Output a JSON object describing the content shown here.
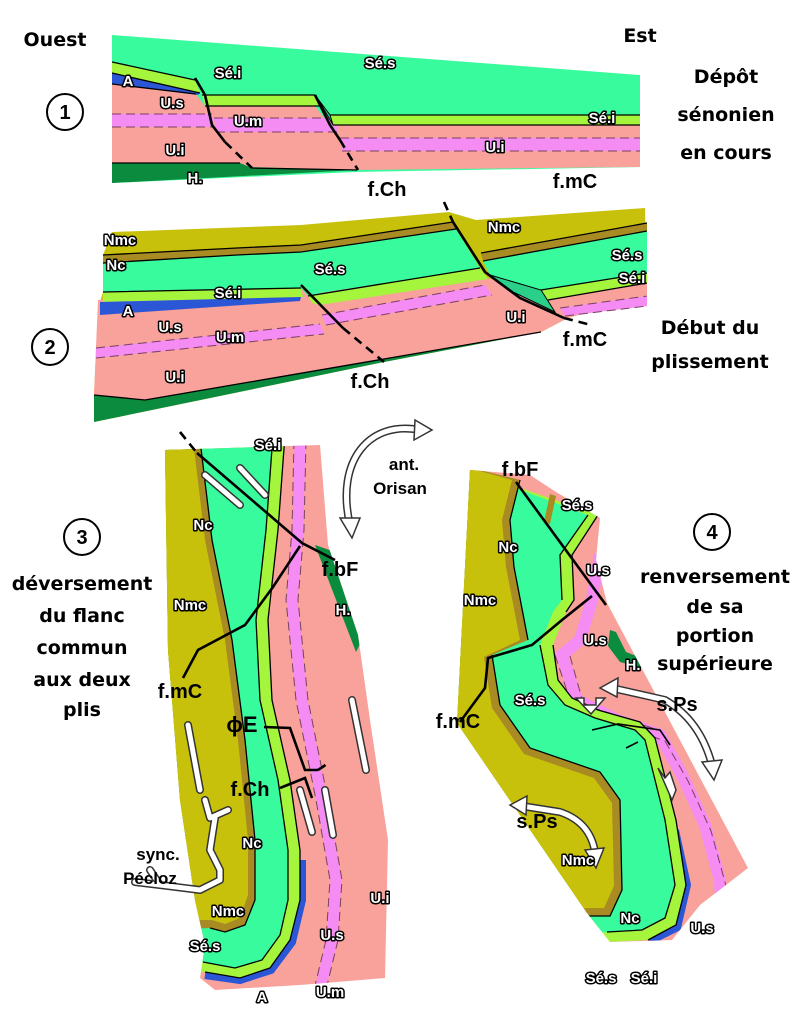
{
  "orientation": {
    "west": "Ouest",
    "east": "Est"
  },
  "colors": {
    "ses": "#38fb9d",
    "sei": "#a4f53c",
    "salmon": "#f9a19b",
    "pink": "#f48cf3",
    "olive": "#c8c10c",
    "nc": "#a88b22",
    "blue": "#2b57d6",
    "hgreen": "#0b8b3d"
  },
  "stages": [
    {
      "number": "1",
      "caption": [
        "Dépôt",
        "sénonien",
        "en cours"
      ]
    },
    {
      "number": "2",
      "caption": [
        "Début du",
        "plissement"
      ]
    },
    {
      "number": "3",
      "caption": [
        "déversement",
        "du flanc",
        "commun",
        "aux deux",
        "plis"
      ]
    },
    {
      "number": "4",
      "caption": [
        "renversement",
        "de sa",
        "portion",
        "supérieure"
      ]
    }
  ],
  "s1": {
    "labels": [
      "Sé.s",
      "Sé.i",
      "A",
      "U.s",
      "U.m",
      "U.i",
      "H.",
      "U.i",
      "Sé.i"
    ],
    "faults": [
      "f.Ch",
      "f.mC"
    ]
  },
  "s2": {
    "labels": [
      "Nmc",
      "Nc",
      "Sé.s",
      "Sé.i",
      "A",
      "U.s",
      "U.m",
      "U.i",
      "Nmc",
      "Sé.s",
      "Sé.i",
      "U.i"
    ],
    "faults": [
      "f.Ch",
      "f.mC"
    ]
  },
  "s3": {
    "labels": [
      "Sé.i",
      "Nc",
      "H.",
      "Nmc",
      "Nc",
      "Nmc",
      "Sé.s",
      "A",
      "U.s",
      "U.m",
      "U.i"
    ],
    "faults": [
      "f.bF",
      "f.mC",
      "f.Ch"
    ],
    "phi": "ϕE",
    "anticline": [
      "ant.",
      "Orisan"
    ],
    "syncline": [
      "sync.",
      "Pécloz"
    ]
  },
  "s4": {
    "labels": [
      "Sé.s",
      "Nc",
      "U.s",
      "Nmc",
      "U.s",
      "H.",
      "Sé.s",
      "Nmc",
      "Nc",
      "U.s",
      "Sé.s",
      "Sé.i"
    ],
    "faults": [
      "f.bF",
      "f.mC"
    ],
    "syncline": [
      "s.Ps",
      "s.Ps"
    ]
  }
}
